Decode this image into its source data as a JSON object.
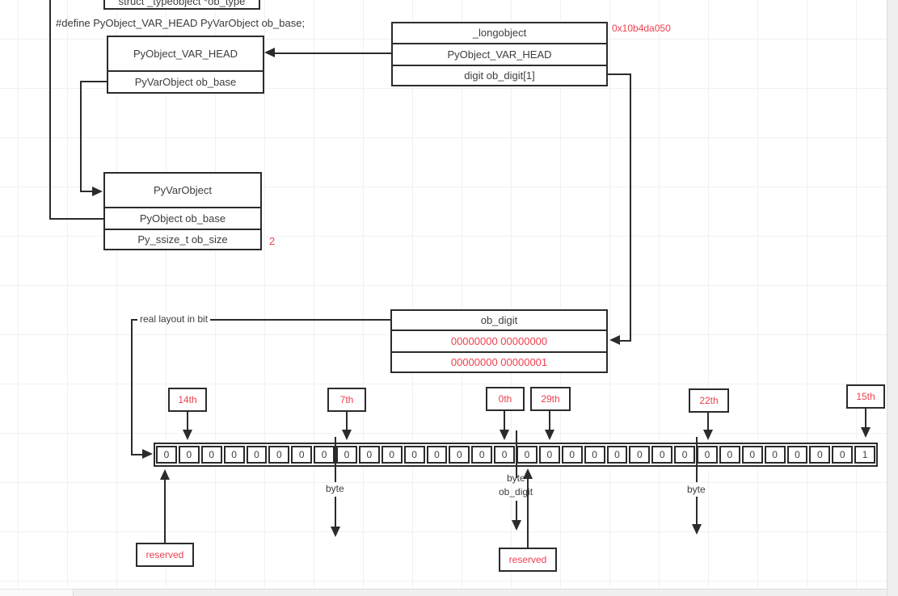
{
  "diagram": {
    "typeobject_box": {
      "title": "struct _typeobject *ob_type"
    },
    "define_line": "#define PyObject_VAR_HEAD PyVarObject ob_base;",
    "var_head_box": {
      "rows": [
        "PyObject_VAR_HEAD",
        "PyVarObject ob_base"
      ]
    },
    "longobject_box": {
      "rows": [
        "_longobject",
        "PyObject_VAR_HEAD",
        "digit ob_digit[1]"
      ],
      "address_annotation": "0x10b4da050"
    },
    "pyvarobject_box": {
      "rows": [
        "PyVarObject",
        "PyObject ob_base",
        "Py_ssize_t ob_size"
      ],
      "ob_size_annotation": "2"
    },
    "ob_digit_box": {
      "title": "ob_digit",
      "digit_values": [
        "00000000 00000000",
        "00000000 00000001"
      ]
    },
    "bit_layout": {
      "caption": "real layout in bit",
      "cells": [
        "0",
        "0",
        "0",
        "0",
        "0",
        "0",
        "0",
        "0",
        "0",
        "0",
        "0",
        "0",
        "0",
        "0",
        "0",
        "0",
        "0",
        "0",
        "0",
        "0",
        "0",
        "0",
        "0",
        "0",
        "0",
        "0",
        "0",
        "0",
        "0",
        "0",
        "0",
        "1"
      ],
      "position_labels": [
        "14th",
        "7th",
        "0th",
        "29th",
        "22th",
        "15th"
      ],
      "byte_labels": [
        "byte",
        "byte",
        "byte"
      ],
      "ob_digit_label": "ob_digit",
      "reserved_labels": [
        "reserved",
        "reserved"
      ]
    },
    "colors": {
      "annotation_red": "#ee404e",
      "line_black": "#2b2b2b"
    }
  }
}
